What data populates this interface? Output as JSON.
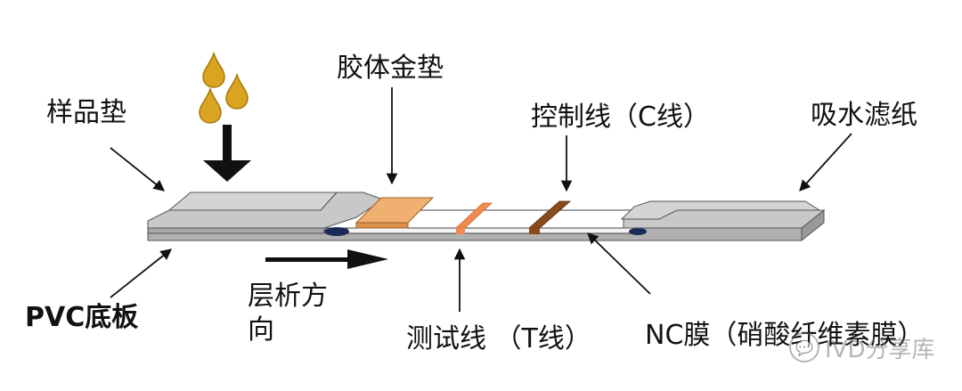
{
  "labels": {
    "sample_pad": "样品垫",
    "conjugate_pad": "胶体金垫",
    "control_line": "控制线（C线）",
    "absorbent_paper": "吸水滤纸",
    "pvc_backing": "PVC底板",
    "flow_direction_line1": "层析方",
    "flow_direction_line2": "向",
    "test_line": "测试线  （T线）",
    "nc_membrane": "NC膜（硝酸纤维素膜）"
  },
  "watermark": {
    "text": "IVD分享库",
    "icon": "chat-bubble-icon"
  },
  "colors": {
    "drop": "#d9a520",
    "drop_dark": "#a8780a",
    "pad_gray": "#c8c8c8",
    "pad_gray_dark": "#8a8a8a",
    "conjugate": "#f0b070",
    "conjugate_dark": "#c07a30",
    "test_line": "#f08a50",
    "control_line": "#8a4a1a",
    "membrane": "#ffffff",
    "backing": "#b0b0b0"
  }
}
